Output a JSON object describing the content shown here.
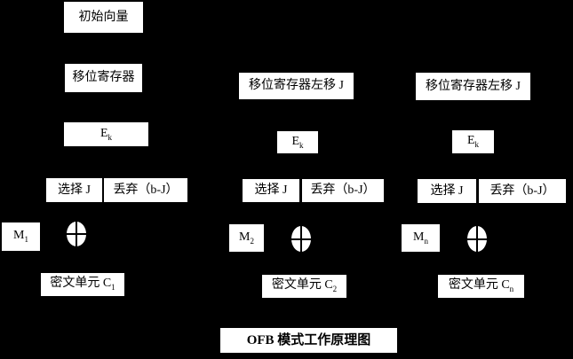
{
  "colors": {
    "background": "#000000",
    "box_background": "#ffffff",
    "box_text": "#000000"
  },
  "title": "OFB 模式工作原理图",
  "columns": [
    {
      "init_vector": "初始向量",
      "shift_register": "移位寄存器",
      "encrypt": {
        "base": "E",
        "sub": "k"
      },
      "select": "选择 J",
      "discard": "丢弃（b-J）",
      "message": {
        "base": "M",
        "sub": "1"
      },
      "xor_icon": "xor-circle",
      "ciphertext": {
        "base": "密文单元 C",
        "sub": "1"
      }
    },
    {
      "shift_register": "移位寄存器左移 J",
      "encrypt": {
        "base": "E",
        "sub": "k"
      },
      "select": "选择 J",
      "discard": "丢弃（b-J）",
      "message": {
        "base": "M",
        "sub": "2"
      },
      "xor_icon": "xor-circle",
      "ciphertext": {
        "base": "密文单元 C",
        "sub": "2"
      }
    },
    {
      "shift_register": "移位寄存器左移 J",
      "encrypt": {
        "base": "E",
        "sub": "k"
      },
      "select": "选择 J",
      "discard": "丢弃（b-J）",
      "message": {
        "base": "M",
        "sub": "n"
      },
      "xor_icon": "xor-circle",
      "ciphertext": {
        "base": "密文单元 C",
        "sub": "n"
      }
    }
  ]
}
